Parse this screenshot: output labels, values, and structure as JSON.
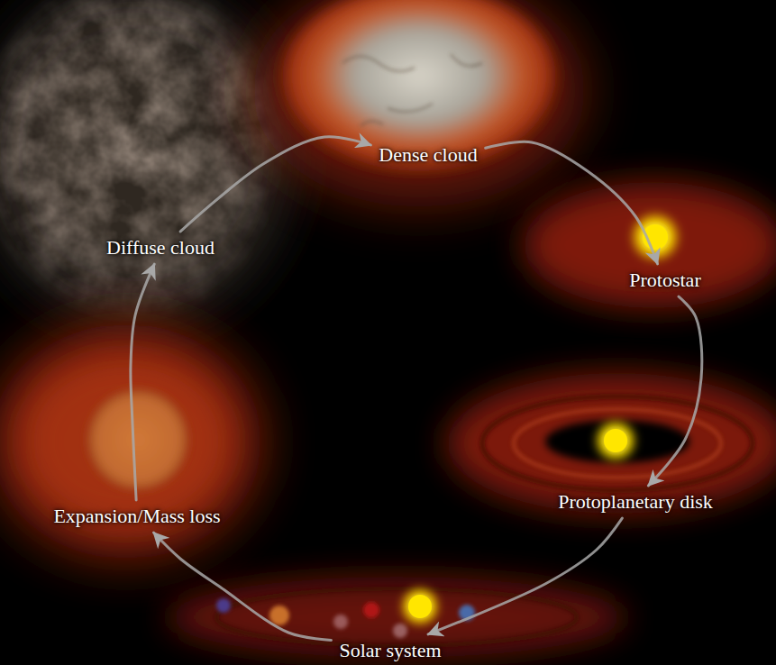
{
  "diagram": {
    "nodes": [
      {
        "text": [
          "Dense cloud"
        ]
      },
      {
        "text": [
          "Protostar"
        ]
      },
      {
        "text": [
          "Protoplanetary disk"
        ]
      },
      {
        "text": [
          "Solar system"
        ]
      },
      {
        "text": [
          "Expansion/Mass loss"
        ]
      },
      {
        "text": [
          "Diffuse cloud"
        ]
      }
    ],
    "edges": [
      {
        "from": 0,
        "to": 1,
        "arrow": "to"
      },
      {
        "from": 1,
        "to": 2,
        "arrow": "to"
      },
      {
        "from": 2,
        "to": 3,
        "arrow": "to"
      },
      {
        "from": 3,
        "to": 4,
        "arrow": "to"
      },
      {
        "from": 4,
        "to": 5,
        "arrow": "to"
      },
      {
        "from": 5,
        "to": 0,
        "arrow": "to"
      }
    ]
  }
}
